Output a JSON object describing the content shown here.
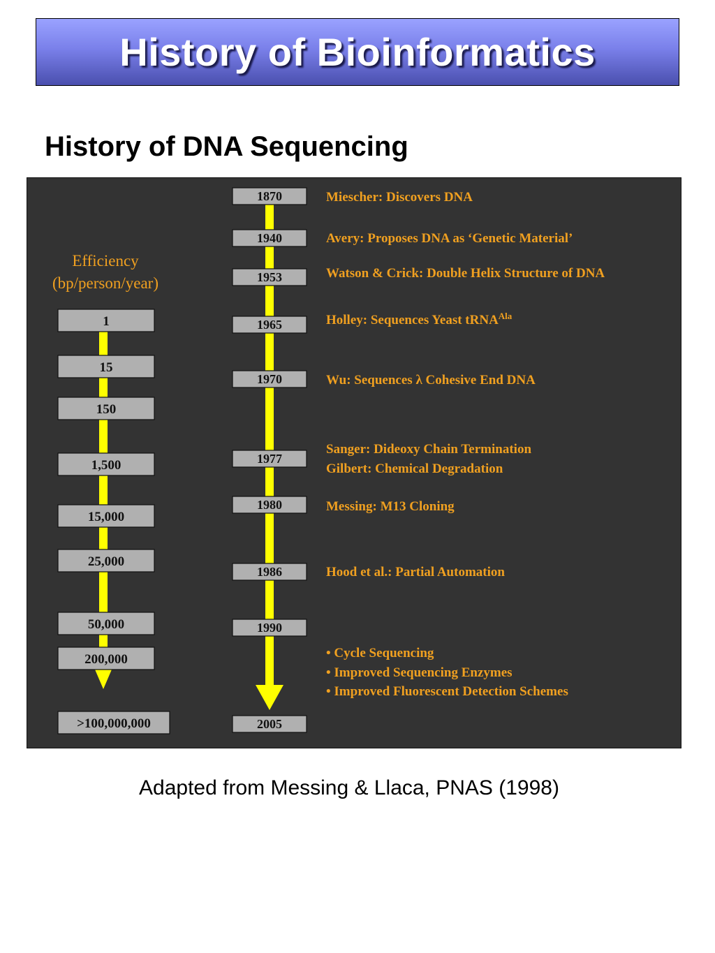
{
  "slide": {
    "title": "History of Bioinformatics",
    "subtitle": "History of DNA Sequencing",
    "caption": "Adapted from Messing & Llaca, PNAS (1998)"
  },
  "colors": {
    "panel_bg": "#333333",
    "arrow_yellow": "#ffff00",
    "box_gray": "#b0b0b0",
    "event_orange": "#f0a020",
    "title_blue": "#7a80ea"
  },
  "efficiency": {
    "heading_line1": "Efficiency",
    "heading_line2": "(bp/person/year)",
    "values": [
      "1",
      "15",
      "150",
      "1,500",
      "15,000",
      "25,000",
      "50,000",
      "200,000",
      ">100,000,000"
    ]
  },
  "timeline": {
    "years": [
      "1870",
      "1940",
      "1953",
      "1965",
      "1970",
      "1977",
      "1980",
      "1986",
      "1990",
      "2005"
    ],
    "events": [
      {
        "text": "Miescher:  Discovers DNA"
      },
      {
        "text": "Avery:  Proposes DNA as ‘Genetic Material’"
      },
      {
        "text": "Watson & Crick:  Double Helix Structure of DNA"
      },
      {
        "text": "Holley:  Sequences Yeast tRNA",
        "sup": "Ala"
      },
      {
        "text": "Wu:  Sequences λ Cohesive End DNA"
      },
      {
        "text": "Sanger:  Dideoxy Chain Termination"
      },
      {
        "text": "Gilbert:  Chemical Degradation"
      },
      {
        "text": "Messing:  M13 Cloning"
      },
      {
        "text": "Hood et al.:  Partial Automation"
      },
      {
        "text": "• Cycle Sequencing"
      },
      {
        "text": "• Improved Sequencing Enzymes"
      },
      {
        "text": "• Improved Fluorescent Detection Schemes"
      }
    ]
  }
}
